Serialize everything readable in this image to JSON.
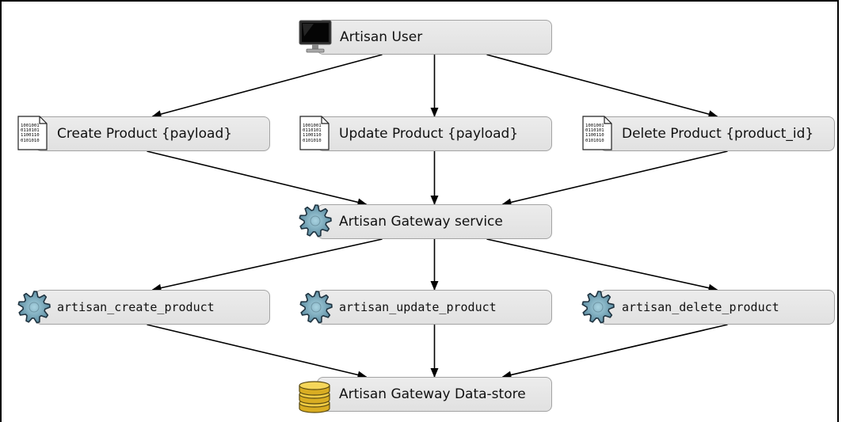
{
  "nodes": {
    "artisan_user": {
      "label": "Artisan User",
      "icon": "monitor-icon"
    },
    "create_product": {
      "label": "Create Product {payload}",
      "icon": "binary-document-icon"
    },
    "update_product": {
      "label": "Update Product {payload}",
      "icon": "binary-document-icon"
    },
    "delete_product": {
      "label": "Delete Product {product_id}",
      "icon": "binary-document-icon"
    },
    "gateway_service": {
      "label": "Artisan Gateway service",
      "icon": "gear-icon"
    },
    "artisan_create_product": {
      "label": "artisan_create_product",
      "icon": "gear-icon"
    },
    "artisan_update_product": {
      "label": "artisan_update_product",
      "icon": "gear-icon"
    },
    "artisan_delete_product": {
      "label": "artisan_delete_product",
      "icon": "gear-icon"
    },
    "data_store": {
      "label": "Artisan Gateway Data-store",
      "icon": "database-icon"
    }
  },
  "document_icon_text": [
    "1001001",
    "0110101",
    "1100110",
    "0101010"
  ],
  "edges": [
    [
      "artisan_user",
      "create_product"
    ],
    [
      "artisan_user",
      "update_product"
    ],
    [
      "artisan_user",
      "delete_product"
    ],
    [
      "create_product",
      "gateway_service"
    ],
    [
      "update_product",
      "gateway_service"
    ],
    [
      "delete_product",
      "gateway_service"
    ],
    [
      "gateway_service",
      "artisan_create_product"
    ],
    [
      "gateway_service",
      "artisan_update_product"
    ],
    [
      "gateway_service",
      "artisan_delete_product"
    ],
    [
      "artisan_create_product",
      "data_store"
    ],
    [
      "artisan_update_product",
      "data_store"
    ],
    [
      "artisan_delete_product",
      "data_store"
    ]
  ],
  "colors": {
    "node_fill": "#e6e6e6",
    "node_border": "#a3a3a3",
    "gear_fill": "#6f9eb1",
    "database_fill": "#e8c23a",
    "edge": "#000000"
  }
}
